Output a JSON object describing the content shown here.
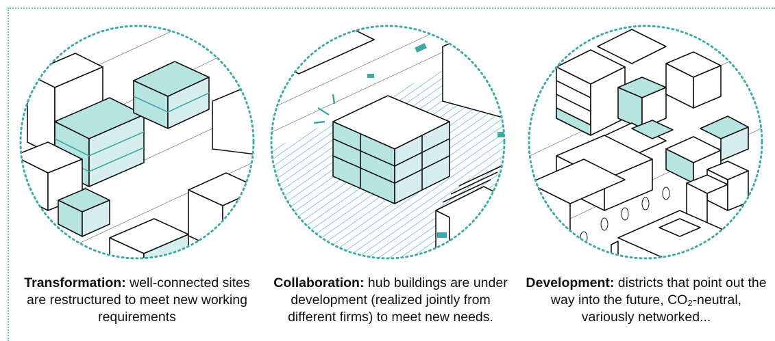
{
  "panels": [
    {
      "id": "transformation",
      "title": "Transformation:",
      "text": "well-connected sites are restructured to meet new working requirements"
    },
    {
      "id": "collaboration",
      "title": "Collaboration:",
      "text": "hub buildings are under development (realized jointly from different firms) to meet new needs."
    },
    {
      "id": "development",
      "title": "Development:",
      "text_before_sub": "districts that point out the way into the future, CO",
      "sub": "2",
      "text_after_sub": "-neutral, variously networked..."
    }
  ],
  "colors": {
    "accent": "#3fa9a8",
    "fill": "#b7e3e1",
    "line": "#111111"
  }
}
